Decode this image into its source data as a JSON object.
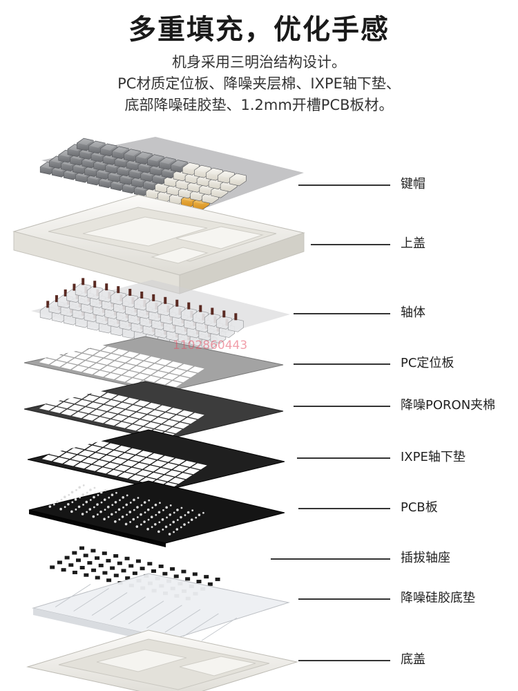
{
  "title": "多重填充，优化手感",
  "subtitle_lines": [
    "机身采用三明治结构设计。",
    "PC材质定位板、降噪夹层棉、IXPE轴下垫、",
    "底部降噪硅胶垫、1.2mm开槽PCB板材。"
  ],
  "layers": [
    {
      "label": "键帽"
    },
    {
      "label": "上盖"
    },
    {
      "label": "轴体"
    },
    {
      "label": "PC定位板"
    },
    {
      "label": "降噪PORON夹棉"
    },
    {
      "label": "IXPE轴下垫"
    },
    {
      "label": "PCB板"
    },
    {
      "label": "插拔轴座"
    },
    {
      "label": "降噪硅胶底垫"
    },
    {
      "label": "底盖"
    }
  ],
  "watermark": "1102860443",
  "colors": {
    "keycap_gray": "#7d7f82",
    "keycap_cream": "#e9e6dc",
    "keycap_accent": "#e8a431",
    "top_case": "#f1f0ec",
    "switch_stem": "#5a2a22",
    "pc_plate": "#9a9a9a",
    "poron_foam": "#3a3a3a",
    "ixpe_pad": "#1e1e1e",
    "pcb": "#141414",
    "silicone_pad": "#eef0f3",
    "bottom_case": "#ecebe6"
  }
}
